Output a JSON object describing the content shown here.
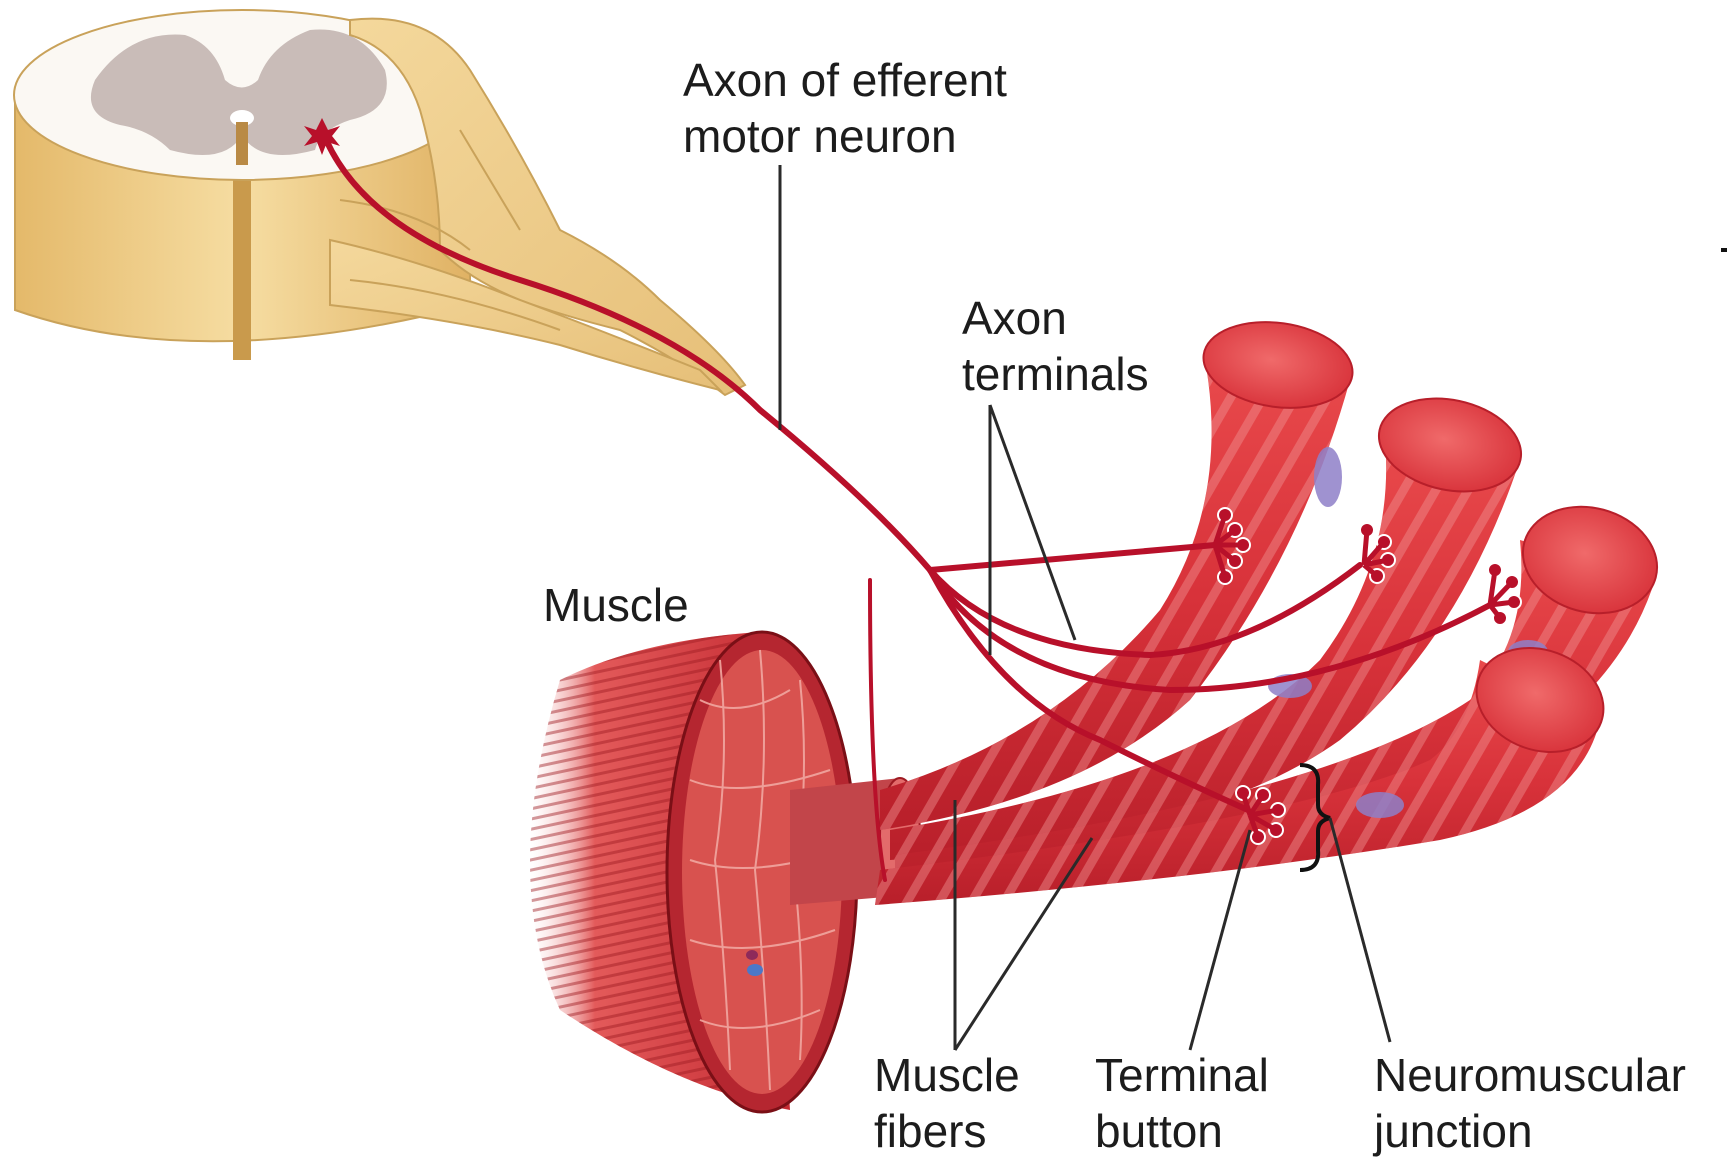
{
  "labels": {
    "axon_efferent": [
      "Axon of efferent",
      "motor neuron"
    ],
    "axon_terminals": [
      "Axon",
      "terminals"
    ],
    "muscle": "Muscle",
    "muscle_fibers": [
      "Muscle",
      "fibers"
    ],
    "terminal_button": [
      "Terminal",
      "button"
    ],
    "neuromuscular_junction": [
      "Neuromuscular",
      "junction"
    ]
  },
  "colors": {
    "muscle_red": "#d8323a",
    "muscle_dark": "#a3161f",
    "nerve_red": "#b8102a",
    "cord_tan": "#f1d79a",
    "grey_matter": "#c9bcb8",
    "nucleus_purple": "#8e7fc8"
  }
}
